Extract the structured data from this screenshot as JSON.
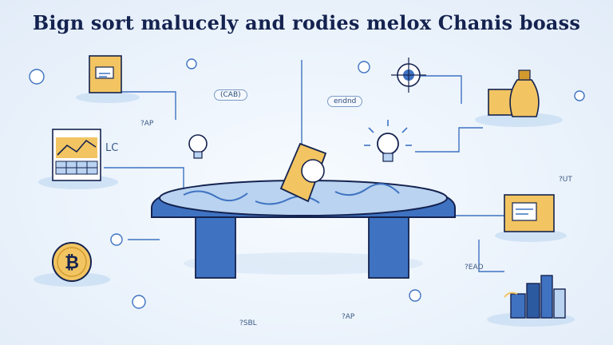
{
  "title": "Bign sort malucely and rodies melox Chanis boass",
  "labels": {
    "cab": "(CAB)",
    "endnd": "endnd",
    "ap1": "?AP",
    "lc": "LC",
    "ut": "?UT",
    "ead": "?EAD",
    "sbl": "?SBL",
    "ap2": "?AP"
  },
  "colors": {
    "navy": "#14224f",
    "blue": "#3f73c2",
    "light_blue": "#b9d3f0",
    "gold": "#f2c562",
    "background": "#eaf2fb"
  },
  "icons": [
    "document-chart-icon",
    "spreadsheet-icon",
    "bitcoin-icon",
    "lightbulb-icon",
    "target-icon",
    "money-bag-icon",
    "safe-box-icon",
    "city-buildings-icon",
    "folded-paper-icon",
    "meeting-table-icon"
  ]
}
